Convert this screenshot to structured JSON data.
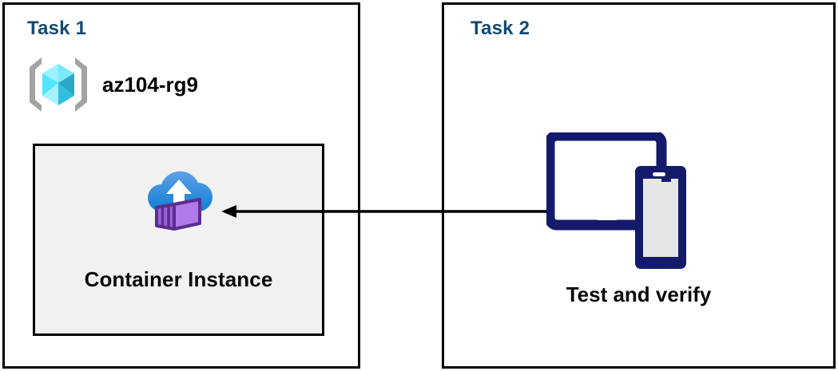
{
  "diagram": {
    "title": "Azure container instance task diagram",
    "colors": {
      "panel_border": "#000000",
      "task_title": "#134a73",
      "resource_box_fill": "#f1f1f1",
      "arrow": "#000000",
      "devices_navy": "#151b6b",
      "container_purple": "#a86edd",
      "container_purple_dark": "#5c2d91",
      "cloud_blue": "#2e8ce0",
      "rg_cube_cyan": "#50e6ff",
      "rg_bracket_gray": "#a0a0a0"
    }
  },
  "panels": [
    {
      "id": "task-1",
      "title": "Task 1",
      "resource_group": {
        "icon": "resource-group-icon",
        "label": "az104-rg9"
      },
      "resource": {
        "icon": "container-instance-icon",
        "label": "Container Instance"
      }
    },
    {
      "id": "task-2",
      "title": "Task 2",
      "item": {
        "icon": "devices-tablet-phone-icon",
        "label": "Test and verify"
      }
    }
  ],
  "connector": {
    "name": "arrow-task2-to-container-instance",
    "direction": "right-to-left",
    "from": "Test and verify",
    "to": "Container Instance"
  }
}
